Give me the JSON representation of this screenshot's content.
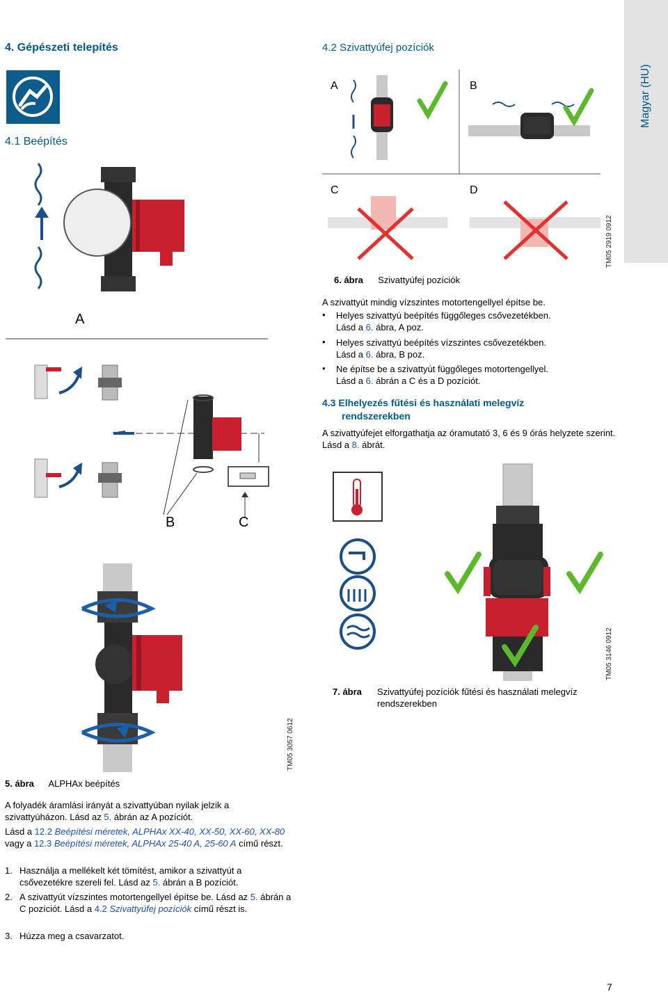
{
  "sidebar": {
    "language": "Magyar (HU)"
  },
  "left": {
    "section_title": "4. Gépészeti telepítés",
    "subsection_title": "4.1 Beépítés",
    "fig5": {
      "label_a": "A",
      "label_b": "B",
      "label_c": "C",
      "tm_code": "TM05 3057 0612",
      "caption_num": "5. ábra",
      "caption_text": "ALPHAx beépítés"
    },
    "para1": {
      "text": "A folyadék áramlási irányát a szivattyúban nyilak jelzik a szivattyúházon. Lásd az",
      "ref": "5.",
      "tail": "ábrán az A pozíciót."
    },
    "para2": {
      "lead": "Lásd a",
      "ref1": "12.2",
      "title1": "Beépítési méretek, ALPHAx XX-40, XX-50, XX-60, XX-80",
      "mid": "vagy a",
      "ref2": "12.3",
      "title2": "Beépítési méretek, ALPHAx 25-40 A, 25-60 A",
      "tail": "című részt."
    },
    "step1": {
      "num": "1.",
      "text": "Használja a mellékelt két tömítést, amikor a szivattyút a csővezetékre szereli fel. Lásd az",
      "ref": "5.",
      "tail": "ábrán a B pozíciót."
    },
    "step2": {
      "num": "2.",
      "text": "A szivattyút vízszintes motortengellyel építse be. Lásd az",
      "ref1": "5.",
      "mid": "ábrán a C pozíciót. Lásd a",
      "ref2": "4.2",
      "title": "Szivattyúfej pozíciók",
      "tail": "című részt is."
    },
    "step3": {
      "num": "3.",
      "text": "Húzza meg a csavarzatot."
    }
  },
  "right": {
    "section_title": "4.2 Szivattyúfej pozíciók",
    "fig6": {
      "label_a": "A",
      "label_b": "B",
      "label_c": "C",
      "label_d": "D",
      "tm_code": "TM05 2919 0912",
      "caption_num": "6. ábra",
      "caption_text": "Szivattyúfej pozíciók"
    },
    "intro": "A szivattyút mindig vízszintes motortengellyel építse be.",
    "bullets": [
      {
        "text": "Helyes szivattyú beépítés függőleges csővezetékben.",
        "lead": "Lásd a",
        "ref": "6.",
        "tail": "ábra, A poz."
      },
      {
        "text": "Helyes szivattyú beépítés vízszintes csővezetékben.",
        "lead": "Lásd a",
        "ref": "6.",
        "tail": "ábra, B poz."
      },
      {
        "text": "Ne építse be a szivattyút függőleges motortengellyel.",
        "lead": "Lásd a",
        "ref": "6.",
        "tail": "ábrán a C és a D pozíciót."
      }
    ],
    "section3_title_line1": "4.3 Elhelyezés fűtési és használati melegvíz",
    "section3_title_line2": "rendszerekben",
    "section3_text": "A szivattyúfejet elforgathatja az óramutató 3, 6 és 9 órás helyzete szerint. Lásd a",
    "section3_ref": "8.",
    "section3_tail": "ábrát.",
    "fig7": {
      "tm_code": "TM05 3146 0912",
      "caption_num": "7. ábra",
      "caption_text": "Szivattyúfej pozíciók fűtési és használati melegvíz rendszerekben"
    }
  },
  "footer": {
    "page_number": "7"
  },
  "colors": {
    "heading_blue": "#005a8c",
    "link_blue": "#1f4fb4",
    "pump_red": "#c8202f",
    "check_green": "#5cb82d",
    "cross_red": "#e0322f"
  }
}
